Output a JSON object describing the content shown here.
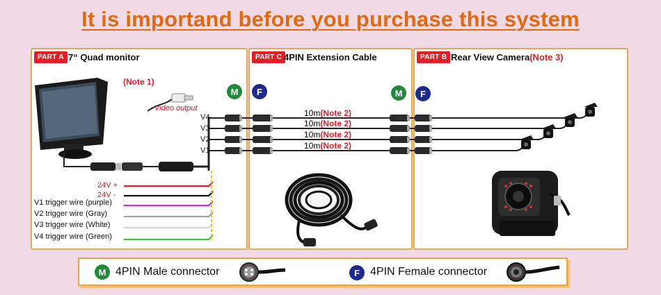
{
  "title": "It is importand before you purchase this system",
  "part_a": {
    "tag": "PART A",
    "title": "7“ Quad monitor",
    "note": "(Note 1)",
    "video_output": "Video output",
    "channels": [
      "V4",
      "V3",
      "V2",
      "V1"
    ],
    "wires": [
      {
        "label": "24V +",
        "color": "#e31e24"
      },
      {
        "label": "24V -",
        "color": "#111111"
      },
      {
        "label": "V1 trigger wire (purple)",
        "color": "#c233c8"
      },
      {
        "label": "V2 trigger wire (Gray)",
        "color": "#a0a0a0"
      },
      {
        "label": "V3 trigger wire (White)",
        "color": "#d8d8d8"
      },
      {
        "label": "V4 trigger wire (Green)",
        "color": "#3cc43c"
      }
    ]
  },
  "part_c": {
    "tag": "PART C",
    "title": "4PIN Extension Cable",
    "cables": [
      {
        "length": "10m",
        "note": "(Note 2)"
      },
      {
        "length": "10m",
        "note": "(Note 2)"
      },
      {
        "length": "10m",
        "note": "(Note 2)"
      },
      {
        "length": "10m",
        "note": "(Note 2)"
      }
    ]
  },
  "part_b": {
    "tag": "PART B",
    "title": "Rear View Camera",
    "note": "(Note 3)"
  },
  "badges": {
    "male": "M",
    "female": "F"
  },
  "legend": {
    "male_label": "4PIN Male connector",
    "female_label": "4PIN Female connector"
  }
}
